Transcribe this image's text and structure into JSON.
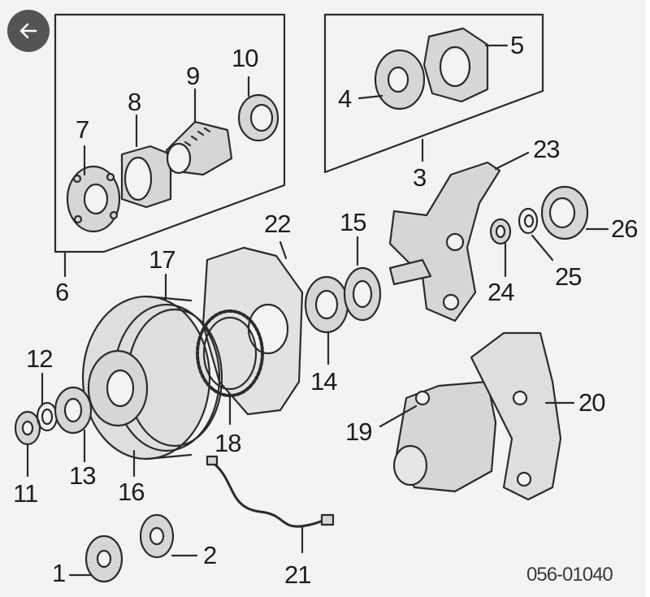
{
  "navigation": {
    "back_icon": "arrow-left-icon"
  },
  "callouts": {
    "c1": "1",
    "c2": "2",
    "c3": "3",
    "c4": "4",
    "c5": "5",
    "c6": "6",
    "c7": "7",
    "c8": "8",
    "c9": "9",
    "c10": "10",
    "c11": "11",
    "c12": "12",
    "c13": "13",
    "c14": "14",
    "c15": "15",
    "c16": "16",
    "c17": "17",
    "c18": "18",
    "c19": "19",
    "c20": "20",
    "c21": "21",
    "c22": "22",
    "c23": "23",
    "c24": "24",
    "c25": "25",
    "c26": "26"
  },
  "diagram_code": "056-01040",
  "colors": {
    "line": "#2b2b2b",
    "part_fill": "#d6d6d6",
    "background": "#f3f3f3",
    "button": "#545454"
  }
}
